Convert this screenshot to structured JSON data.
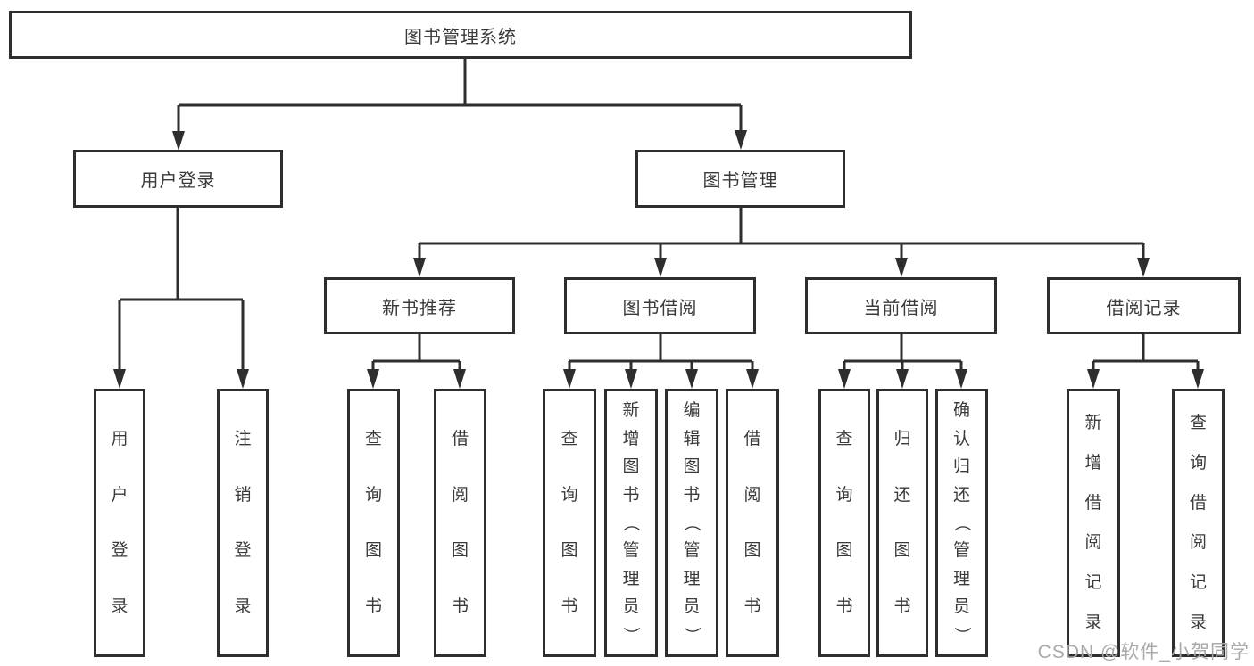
{
  "watermark": "CSDN @软件_小贺同学",
  "colors": {
    "line": "#2e2e2e",
    "text": "#3a3a3a",
    "watermark": "#a9a9a9",
    "background": "#ffffff"
  },
  "tree": {
    "label": "图书管理系统",
    "children": [
      {
        "label": "用户登录",
        "children": [
          {
            "label": "用户登录"
          },
          {
            "label": "注销登录"
          }
        ]
      },
      {
        "label": "图书管理",
        "children": [
          {
            "label": "新书推荐",
            "children": [
              {
                "label": "查询图书"
              },
              {
                "label": "借阅图书"
              }
            ]
          },
          {
            "label": "图书借阅",
            "children": [
              {
                "label": "查询图书"
              },
              {
                "label": "新增图书（管理员）"
              },
              {
                "label": "编辑图书（管理员）"
              },
              {
                "label": "借阅图书"
              }
            ]
          },
          {
            "label": "当前借阅",
            "children": [
              {
                "label": "查询图书"
              },
              {
                "label": "归还图书"
              },
              {
                "label": "确认归还（管理员）"
              }
            ]
          },
          {
            "label": "借阅记录",
            "children": [
              {
                "label": "新增借阅记录"
              },
              {
                "label": "查询借阅记录"
              }
            ]
          }
        ]
      }
    ]
  }
}
